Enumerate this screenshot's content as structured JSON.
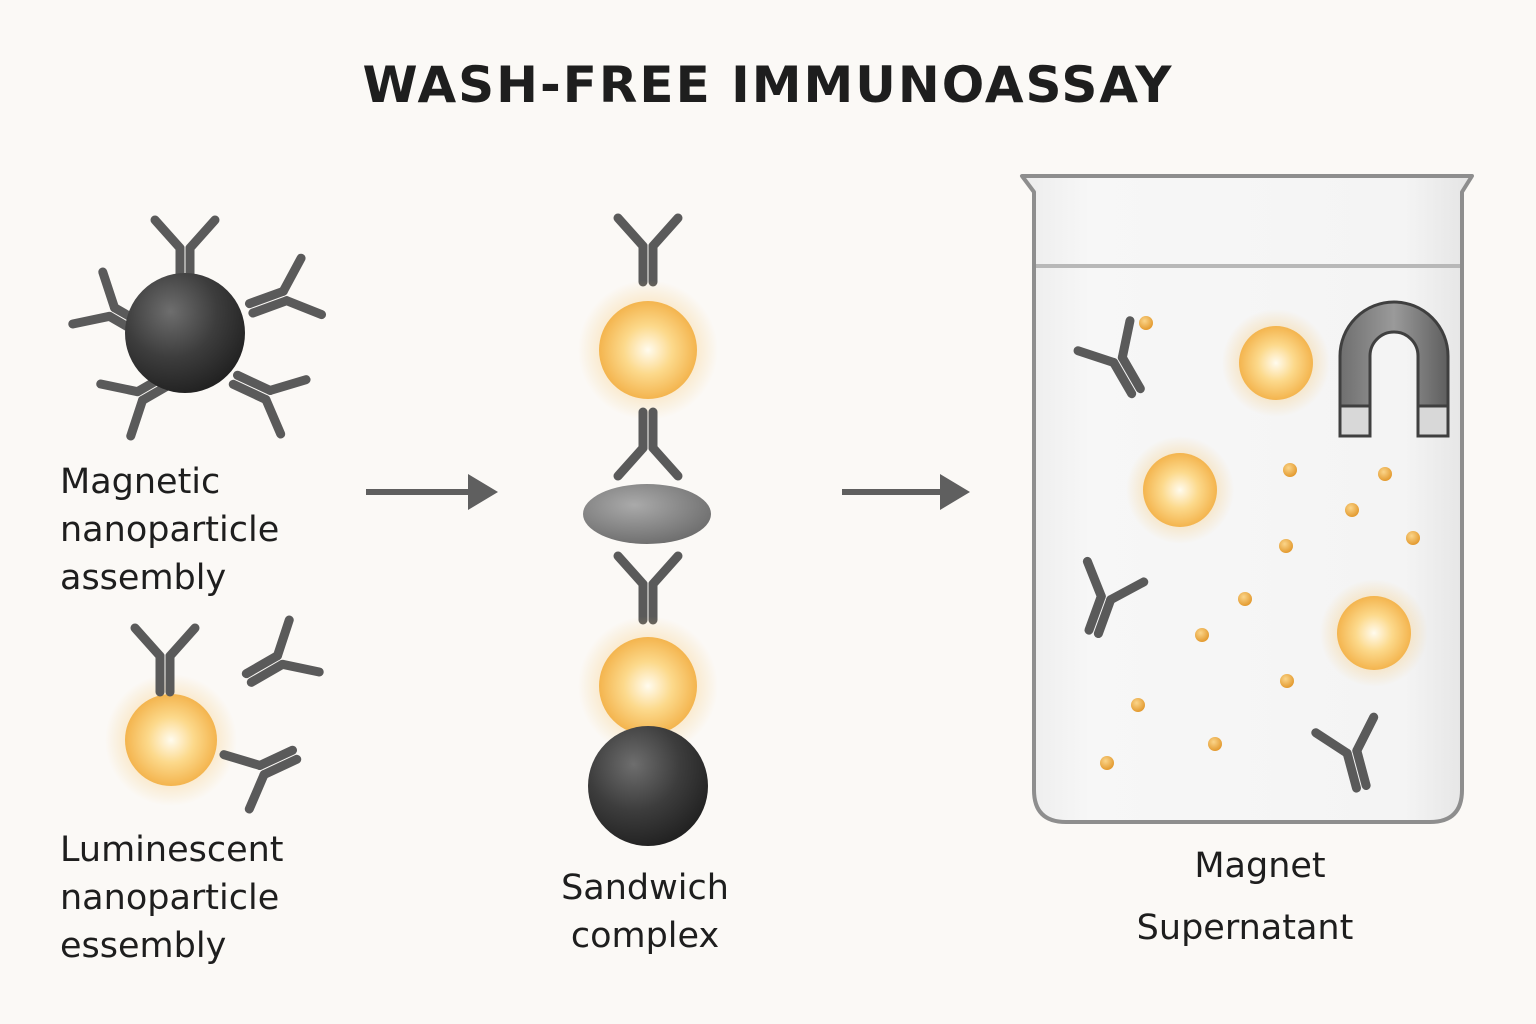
{
  "title": "WASH-FREE IMMUNOASSAY",
  "labels": {
    "magnetic": [
      "Magnetic",
      "nanoparticle",
      "assembly"
    ],
    "luminescent": [
      "Luminescent",
      "nanoparticle",
      "essembly"
    ],
    "sandwich": [
      "Sandwich",
      "complex"
    ],
    "magnet": "Magnet",
    "supernatant": "Supernatant"
  },
  "colors": {
    "background": "#fbf9f6",
    "antibody": "#5a5a5a",
    "magnetic_particle": "#3a3a3a",
    "luminescent_particle": "#f5bb55",
    "arrow": "#5f5f5f"
  },
  "icons": [
    "antibody-icon",
    "magnetic-nanoparticle-icon",
    "luminescent-nanoparticle-icon",
    "antigen-icon",
    "beaker-icon",
    "horseshoe-magnet-icon",
    "arrow-right-icon"
  ]
}
